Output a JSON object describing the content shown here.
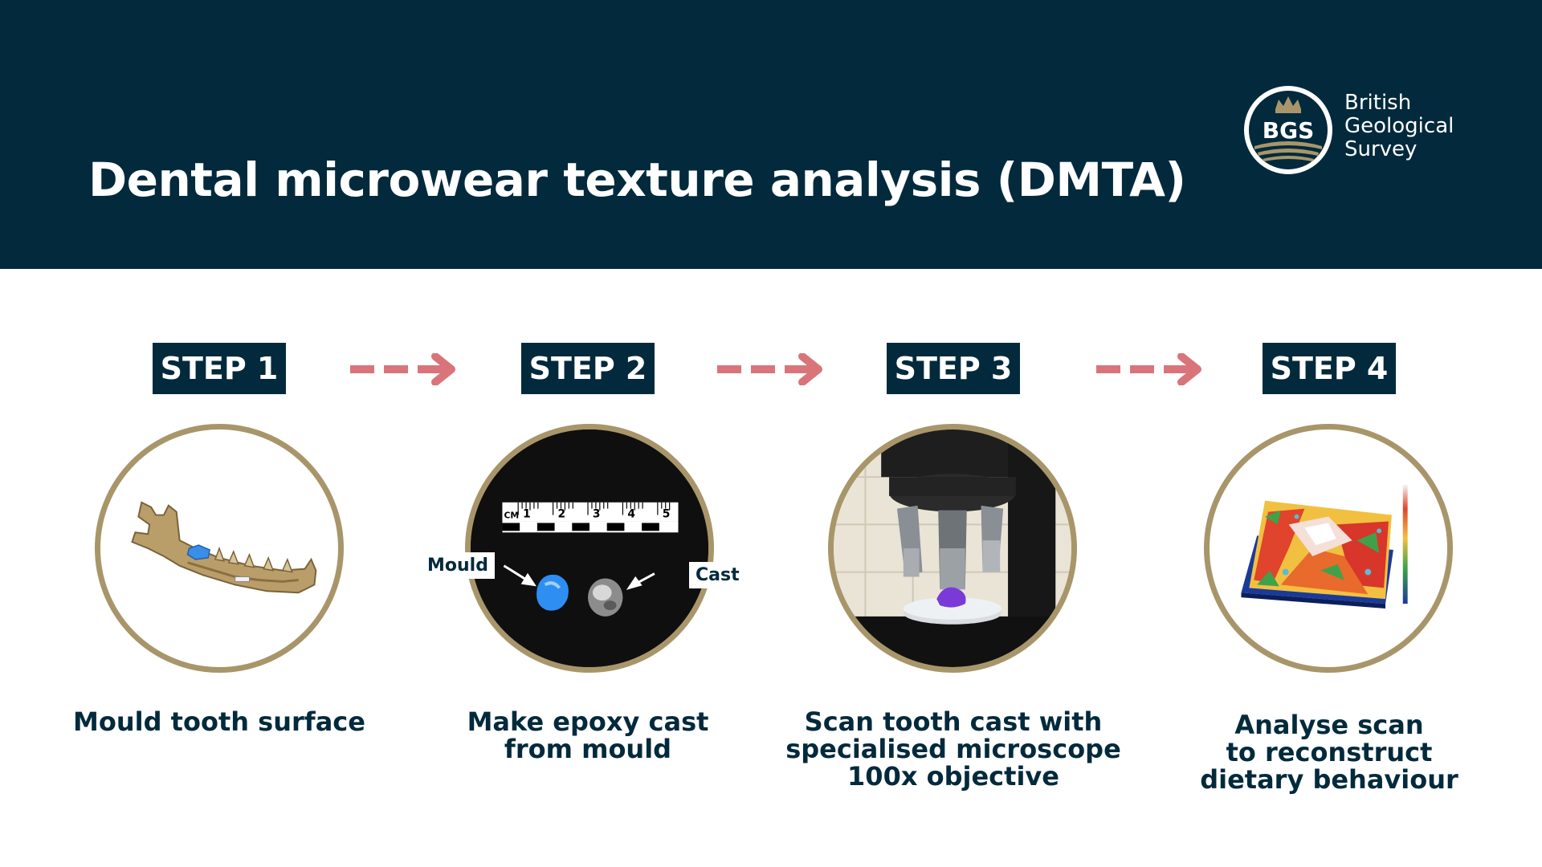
{
  "header": {
    "title": "Dental microwear texture analysis (DMTA)",
    "logo": {
      "abbr": "BGS",
      "lines": [
        "British",
        "Geological",
        "Survey"
      ]
    }
  },
  "steps": [
    {
      "badge": "STEP 1",
      "caption": [
        "Mould tooth surface"
      ],
      "image": "jaw-bone-with-mould"
    },
    {
      "badge": "STEP 2",
      "caption": [
        "Make epoxy cast",
        "from mould"
      ],
      "image": "mould-and-cast-with-scale",
      "labels": {
        "mould": "Mould",
        "cast": "Cast"
      },
      "scale": {
        "unit": "CM",
        "ticks": [
          "1",
          "2",
          "3",
          "4",
          "5"
        ]
      }
    },
    {
      "badge": "STEP 3",
      "caption": [
        "Scan tooth cast with",
        "specialised microscope",
        "100x objective"
      ],
      "image": "microscope"
    },
    {
      "badge": "STEP 4",
      "caption": [
        "Analyse scan",
        "to reconstruct",
        "dietary behaviour"
      ],
      "image": "3d-surface-scan"
    }
  ],
  "colors": {
    "navy": "#022a3c",
    "arrow": "#d9757a",
    "ring": "#a8966a",
    "white": "#ffffff"
  }
}
